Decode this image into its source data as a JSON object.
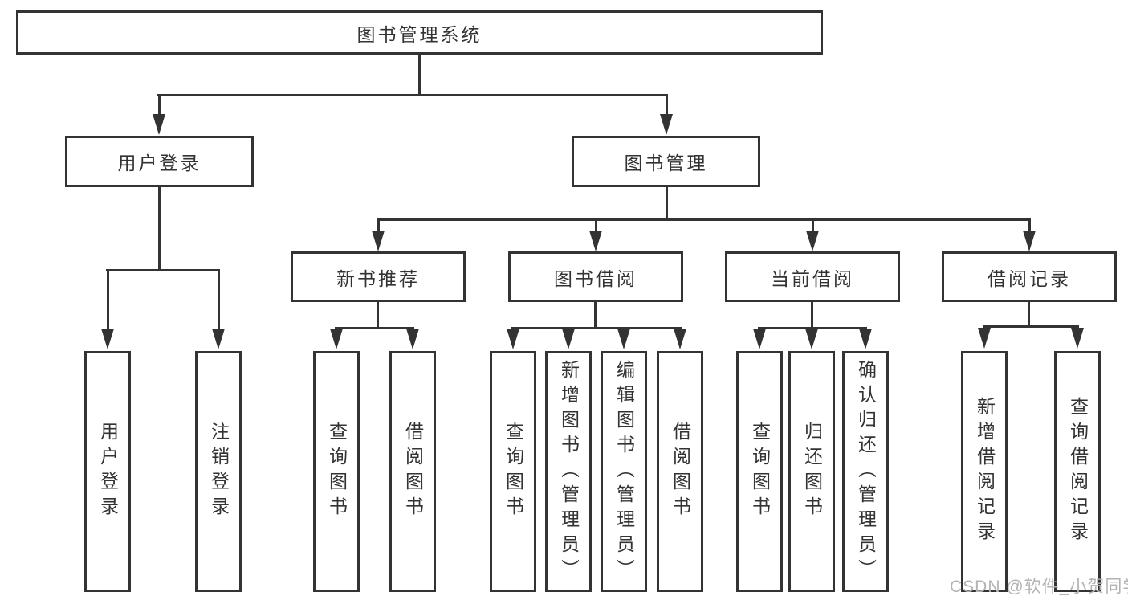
{
  "diagram": {
    "type": "hierarchy",
    "colors": {
      "line": "#333333",
      "box_border": "#333333",
      "box_fill": "#ffffff",
      "text": "#333333",
      "watermark": "#b3b3b3",
      "background": "#ffffff"
    },
    "tree": {
      "root": {
        "label": "图书管理系统"
      },
      "branches": [
        {
          "label": "用户登录",
          "children": [
            {
              "label": "用户登录"
            },
            {
              "label": "注销登录"
            }
          ]
        },
        {
          "label": "图书管理",
          "children": [
            {
              "label": "新书推荐",
              "children": [
                {
                  "label": "查询图书"
                },
                {
                  "label": "借阅图书"
                }
              ]
            },
            {
              "label": "图书借阅",
              "children": [
                {
                  "label": "查询图书"
                },
                {
                  "label": "新增图书（管理员）"
                },
                {
                  "label": "编辑图书（管理员）"
                },
                {
                  "label": "借阅图书"
                }
              ]
            },
            {
              "label": "当前借阅",
              "children": [
                {
                  "label": "查询图书"
                },
                {
                  "label": "归还图书"
                },
                {
                  "label": "确认归还（管理员）"
                }
              ]
            },
            {
              "label": "借阅记录",
              "children": [
                {
                  "label": "新增借阅记录"
                },
                {
                  "label": "查询借阅记录"
                }
              ]
            }
          ]
        }
      ]
    }
  },
  "watermark": {
    "text": "CSDN @软件_小贺同学"
  }
}
